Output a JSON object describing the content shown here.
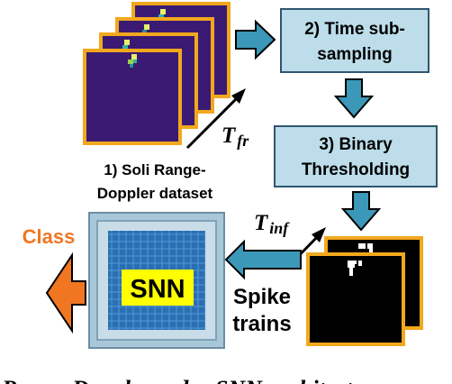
{
  "steps": {
    "dataset": {
      "line1": "1) Soli Range-",
      "line2": "Doppler dataset"
    },
    "subsampling": {
      "line1": "2) Time sub-",
      "line2": "sampling"
    },
    "thresholding": {
      "line1": "3) Binary",
      "line2": "Thresholding"
    }
  },
  "snn": {
    "chip_label": "SNN",
    "output_label": "Class"
  },
  "spike_trains": {
    "line1": "Spike",
    "line2": "trains"
  },
  "time_labels": {
    "frame": {
      "main": "T",
      "sub": "fr"
    },
    "inference": {
      "main": "T",
      "sub": "inf"
    }
  },
  "caption_fragment": "Range-Doppler radar SNN architecture",
  "colors": {
    "frame_border": "#f2a81d",
    "frame_fill": "#3b1a74",
    "process_box": "#bcdde9",
    "process_box_border": "#2f5670",
    "flow_arrow": "#3b98b8",
    "class_arrow": "#f07622",
    "class_text": "#f07622",
    "chip_label_bg": "#ffff00",
    "chip_core": "#2a6fb3",
    "spike_frame_fill": "#000000"
  }
}
